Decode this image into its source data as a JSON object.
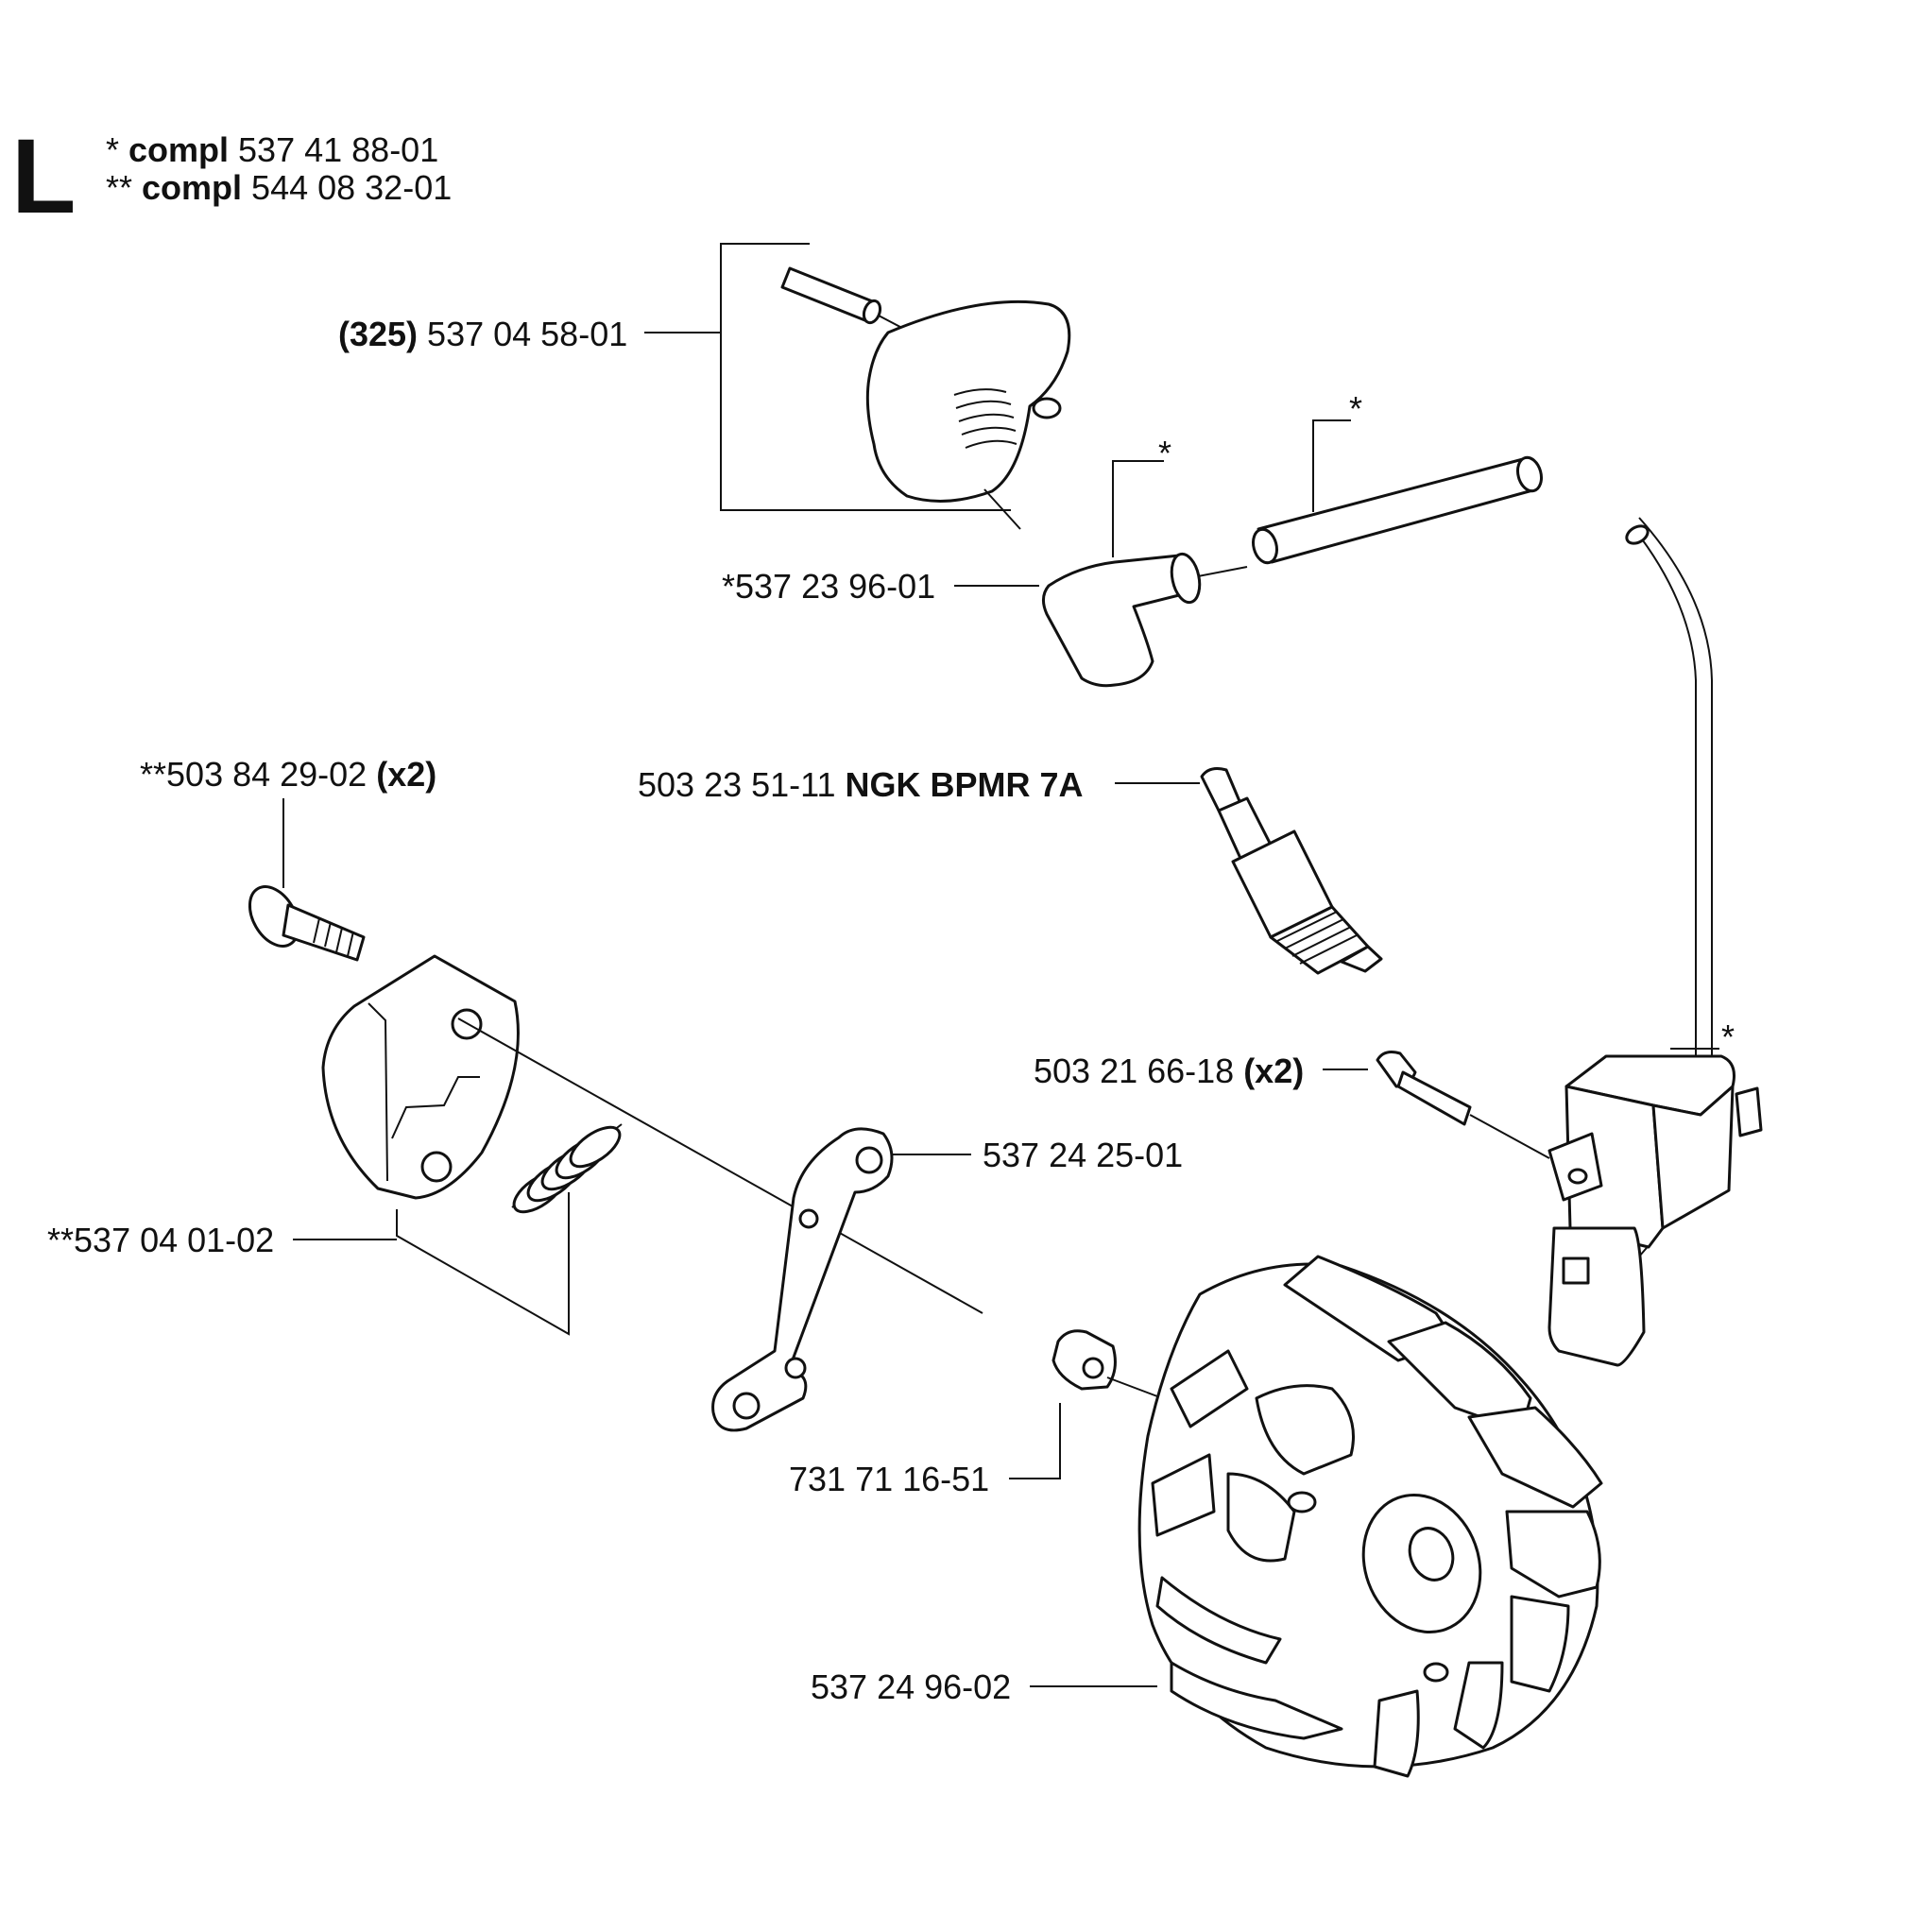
{
  "section_letter": "L",
  "compl_notes": [
    {
      "prefix": "* ",
      "bold": "compl",
      "number": " 537 41 88-01"
    },
    {
      "prefix": "** ",
      "bold": "compl",
      "number": " 544 08 32-01"
    }
  ],
  "callouts": {
    "ignition_cap": {
      "bold_prefix": "(325)",
      "text": " 537 04 58-01"
    },
    "spark_plug_boot": {
      "text": "*537 23 96-01"
    },
    "spark_plug": {
      "text": "503 23 51-11 ",
      "bold_suffix": "NGK BPMR 7A"
    },
    "pawl_screw": {
      "text": "**503 84 29-02 ",
      "bold_suffix": "(x2)"
    },
    "coil_screw": {
      "text": "503 21 66-18 ",
      "bold_suffix": "(x2)"
    },
    "bracket": {
      "text": "537 24 25-01"
    },
    "starter_pawl": {
      "text": "**537 04 01-02"
    },
    "nut": {
      "text": "731 71 16-51"
    },
    "flywheel": {
      "text": "537 24 96-02"
    },
    "boot_star": {
      "text": "*"
    },
    "cable_star": {
      "text": "*"
    },
    "coil_star": {
      "text": "*"
    }
  }
}
